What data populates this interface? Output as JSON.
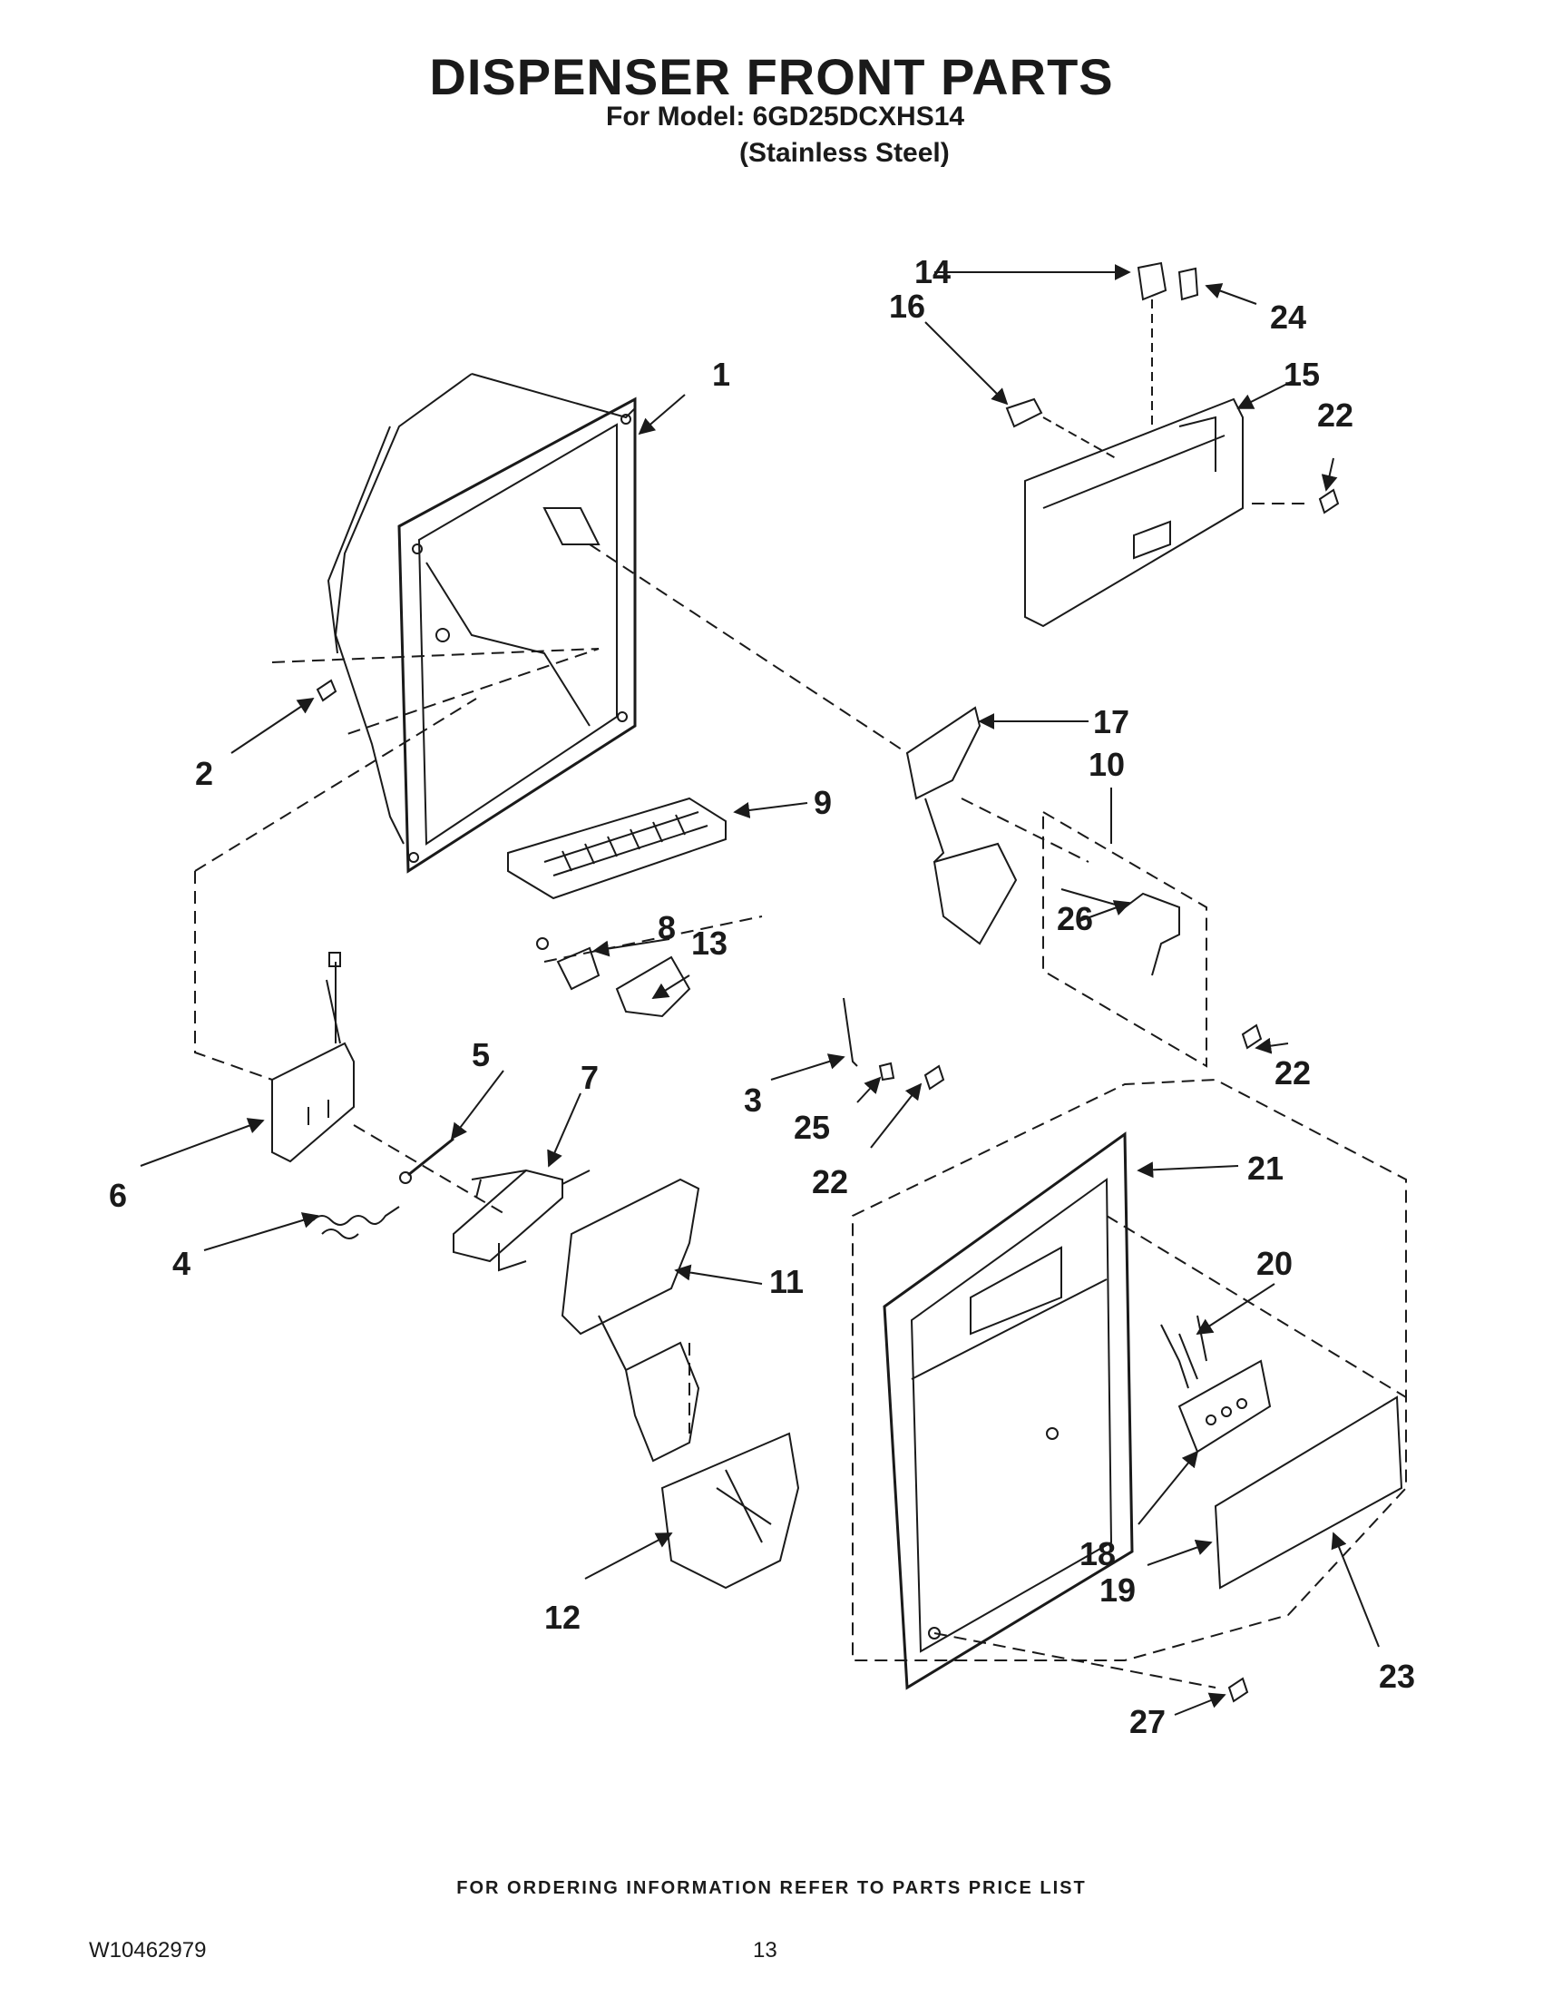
{
  "header": {
    "title": "DISPENSER FRONT PARTS",
    "model_line": "For Model: 6GD25DCXHS14",
    "finish_line": "(Stainless Steel)"
  },
  "callouts": [
    "1",
    "2",
    "3",
    "4",
    "5",
    "6",
    "7",
    "8",
    "9",
    "10",
    "11",
    "12",
    "13",
    "14",
    "15",
    "16",
    "17",
    "18",
    "19",
    "20",
    "21",
    "22",
    "22",
    "22",
    "22",
    "23",
    "24",
    "25",
    "26",
    "27"
  ],
  "footer": {
    "ordering_note": "FOR ORDERING INFORMATION REFER TO PARTS PRICE LIST",
    "doc_number": "W10462979",
    "page_number": "13"
  }
}
